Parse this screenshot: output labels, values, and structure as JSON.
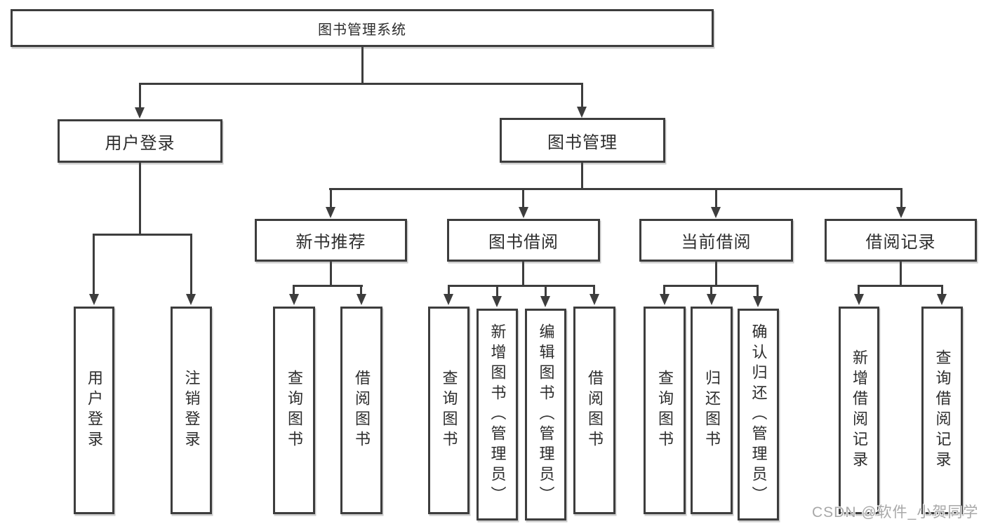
{
  "nodes": {
    "root": "图书管理系统",
    "user_login": "用户登录",
    "book_management": "图书管理",
    "new_book_recommend": "新书推荐",
    "book_borrowing": "图书借阅",
    "current_borrowing": "当前借阅",
    "borrowing_records": "借阅记录",
    "leaf_user_login": "用户登录",
    "leaf_logout": "注销登录",
    "recommend_query_books": "查询图书",
    "recommend_borrow_books": "借阅图书",
    "borrowing_query_books": "查询图书",
    "borrowing_add_books": "新增图书（管理员）",
    "borrowing_edit_books": "编辑图书（管理员）",
    "borrowing_borrow_books": "借阅图书",
    "current_query_books": "查询图书",
    "current_return_books": "归还图书",
    "current_confirm_return": "确认归还（管理员）",
    "records_add_record": "新增借阅记录",
    "records_query_record": "查询借阅记录"
  },
  "watermark": "CSDN @软件_小贺同学",
  "colors": {
    "line": "#3d3d3d",
    "text": "#2d2d2d",
    "watermark": "#a8a8a8",
    "background": "#ffffff"
  }
}
